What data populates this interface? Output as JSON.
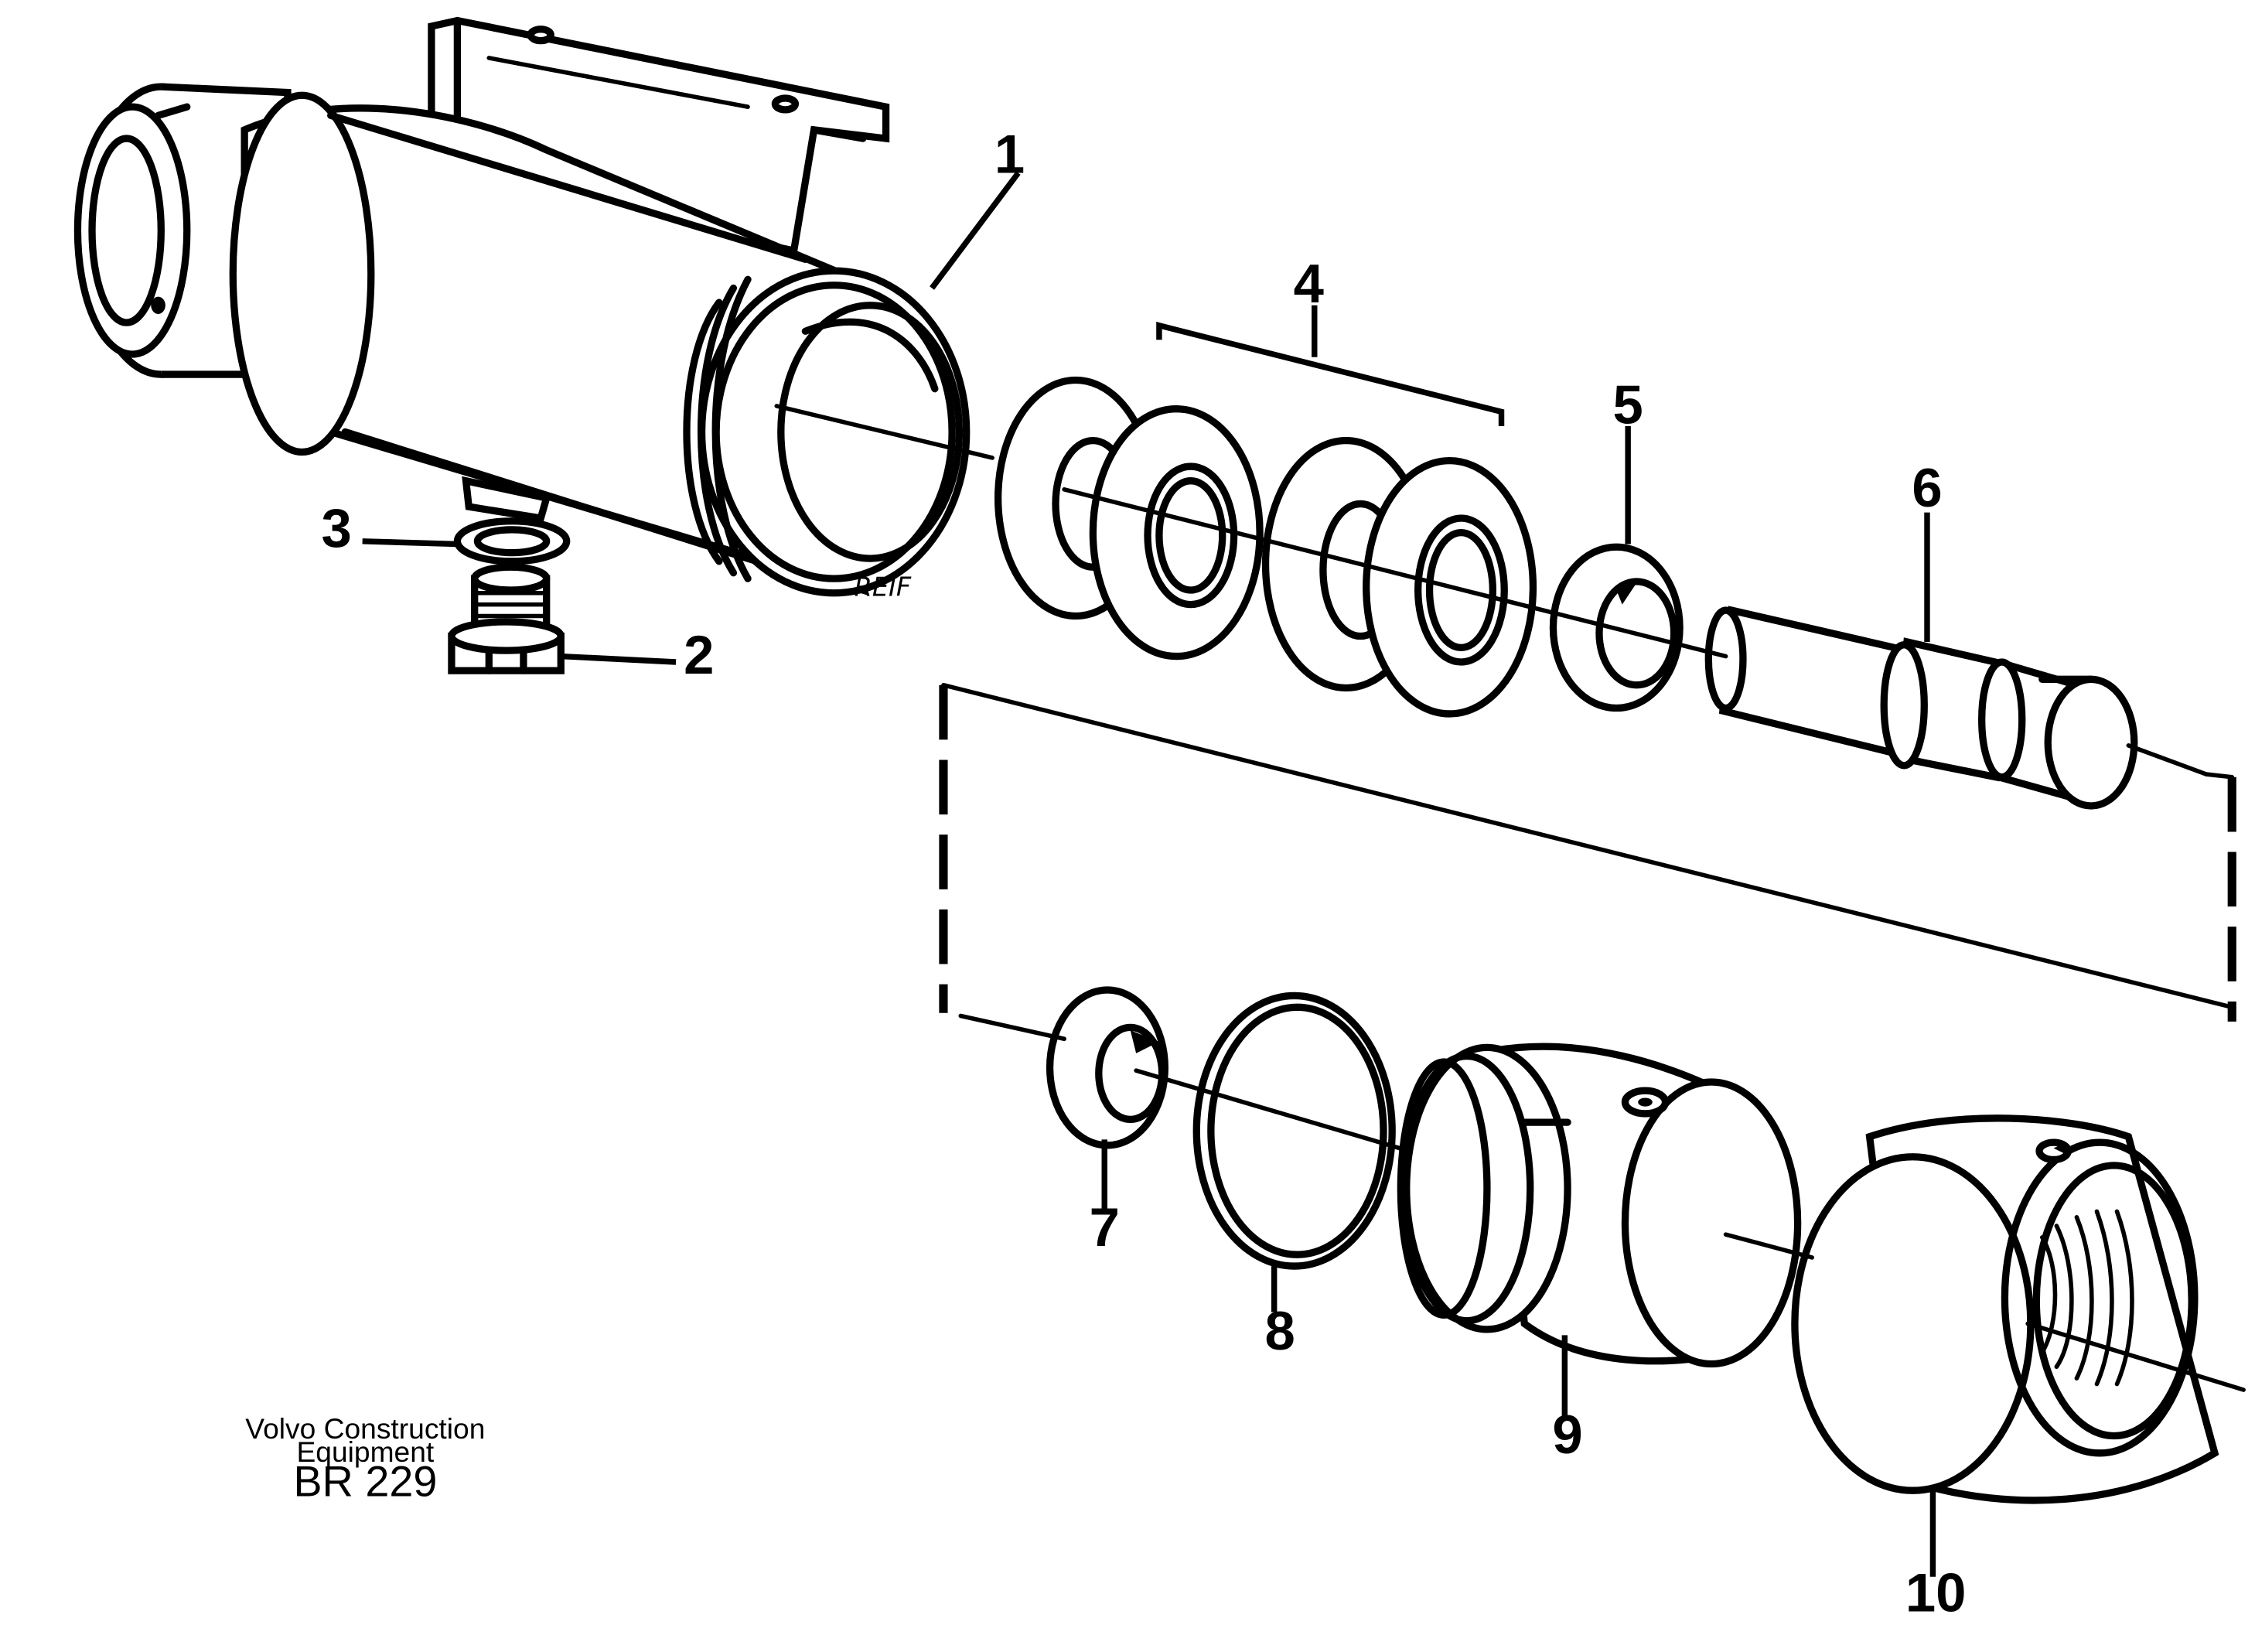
{
  "title_block": {
    "brand_line1": "Volvo Construction",
    "brand_line2": "Equipment",
    "code": "BR 229"
  },
  "callouts": [
    {
      "id": "callout-1",
      "text": "1"
    },
    {
      "id": "callout-2",
      "text": "2"
    },
    {
      "id": "callout-3",
      "text": "3"
    },
    {
      "id": "callout-4",
      "text": "4"
    },
    {
      "id": "callout-5",
      "text": "5"
    },
    {
      "id": "callout-6",
      "text": "6"
    },
    {
      "id": "callout-7",
      "text": "7"
    },
    {
      "id": "callout-8",
      "text": "8"
    },
    {
      "id": "callout-9",
      "text": "9"
    },
    {
      "id": "callout-10",
      "text": "10"
    }
  ],
  "signature": "REIF"
}
